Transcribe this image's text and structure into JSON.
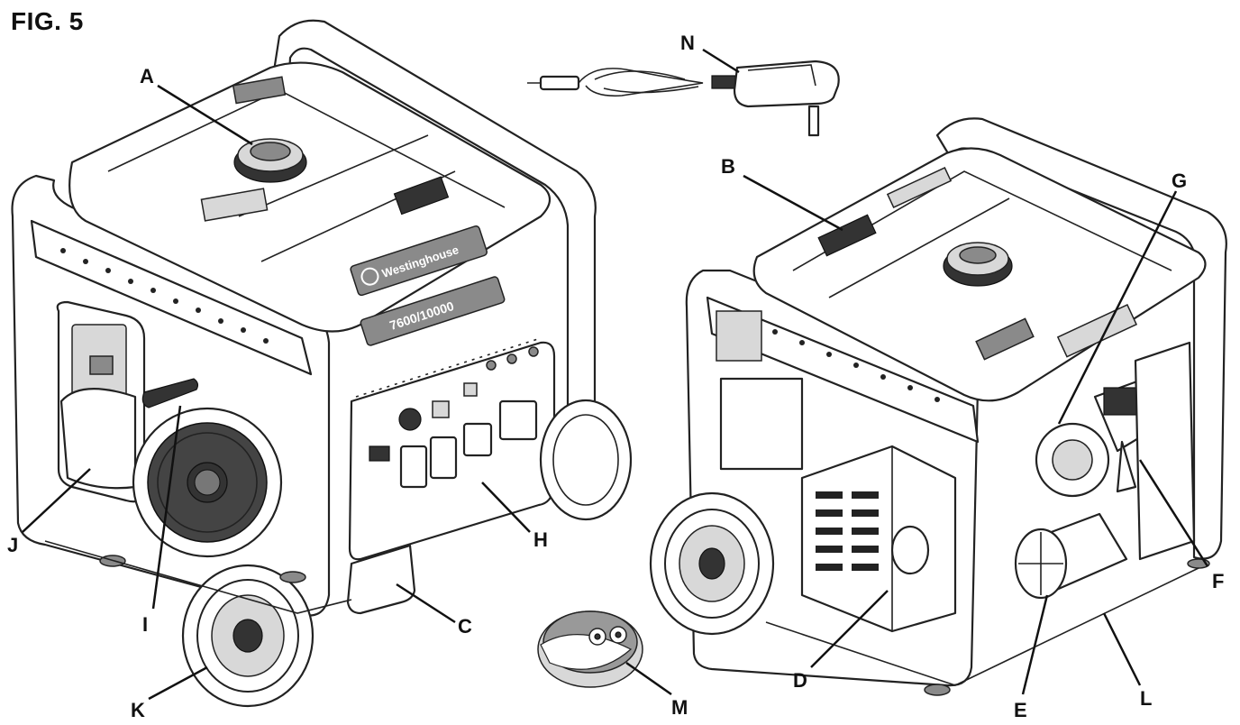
{
  "figure": {
    "title": "FIG. 5",
    "brand_plate": "Westinghouse",
    "model_plate": "7600/10000"
  },
  "callouts": {
    "A": "A",
    "B": "B",
    "C": "C",
    "D": "D",
    "E": "E",
    "F": "F",
    "G": "G",
    "H": "H",
    "I": "I",
    "J": "J",
    "K": "K",
    "L": "L",
    "M": "M",
    "N": "N"
  },
  "colors": {
    "line": "#222222",
    "plate": "#8a8a8a",
    "background": "#ffffff"
  }
}
